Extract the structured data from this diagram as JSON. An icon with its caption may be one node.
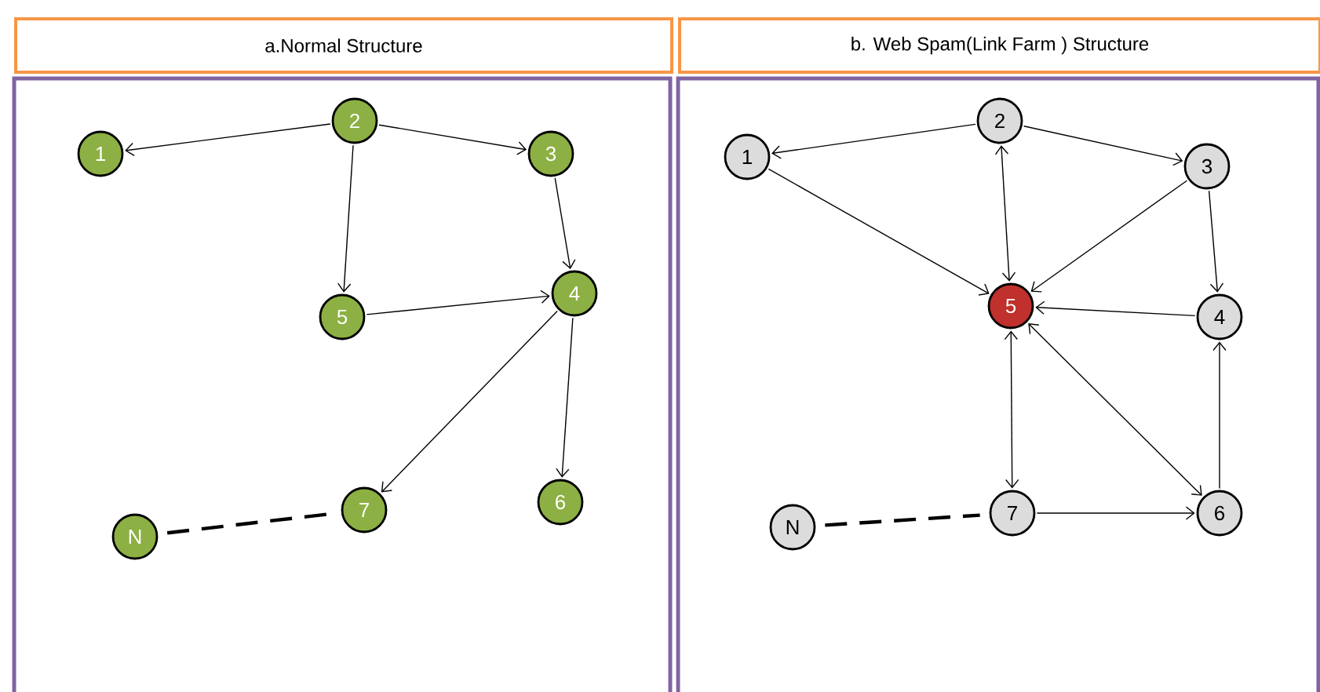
{
  "diagram": {
    "nodes": [
      {
        "text": [
          "a.Normal Structure"
        ]
      },
      {
        "text": [
          "1"
        ],
        "in": 0
      },
      {
        "text": [
          "2"
        ],
        "in": 0
      },
      {
        "text": [
          "3"
        ],
        "in": 0
      },
      {
        "text": [
          "4"
        ],
        "in": 0
      },
      {
        "text": [
          "5"
        ],
        "in": 0
      },
      {
        "text": [
          "6"
        ],
        "in": 0
      },
      {
        "text": [
          "7"
        ],
        "in": 0
      },
      {
        "text": [
          "N"
        ],
        "in": 0
      },
      {
        "text": [
          "b. Web Spam(Link Farm ) Structure"
        ]
      },
      {
        "text": [
          "1"
        ],
        "in": 9
      },
      {
        "text": [
          "2"
        ],
        "in": 9
      },
      {
        "text": [
          "3"
        ],
        "in": 9
      },
      {
        "text": [
          "4"
        ],
        "in": 9
      },
      {
        "text": [
          "5"
        ],
        "in": 9
      },
      {
        "text": [
          "6"
        ],
        "in": 9
      },
      {
        "text": [
          "7"
        ],
        "in": 9
      },
      {
        "text": [
          "N"
        ],
        "in": 9
      }
    ],
    "edges": [
      {
        "from": 2,
        "to": 1,
        "arrow": "to"
      },
      {
        "from": 2,
        "to": 3,
        "arrow": "to"
      },
      {
        "from": 2,
        "to": 5,
        "arrow": "to"
      },
      {
        "from": 3,
        "to": 4,
        "arrow": "to"
      },
      {
        "from": 5,
        "to": 4,
        "arrow": "to"
      },
      {
        "from": 4,
        "to": 7,
        "arrow": "to"
      },
      {
        "from": 4,
        "to": 6,
        "arrow": "to"
      },
      {
        "from": 8,
        "to": 7,
        "arrow": "none",
        "style": "dashed"
      },
      {
        "from": 11,
        "to": 10,
        "arrow": "to"
      },
      {
        "from": 11,
        "to": 12,
        "arrow": "to"
      },
      {
        "from": 11,
        "to": 14,
        "arrow": "both"
      },
      {
        "from": 10,
        "to": 14,
        "arrow": "to"
      },
      {
        "from": 12,
        "to": 14,
        "arrow": "to"
      },
      {
        "from": 12,
        "to": 13,
        "arrow": "to"
      },
      {
        "from": 13,
        "to": 14,
        "arrow": "to"
      },
      {
        "from": 14,
        "to": 16,
        "arrow": "both"
      },
      {
        "from": 14,
        "to": 15,
        "arrow": "both"
      },
      {
        "from": 16,
        "to": 15,
        "arrow": "to"
      },
      {
        "from": 15,
        "to": 13,
        "arrow": "to"
      },
      {
        "from": 17,
        "to": 16,
        "arrow": "none",
        "style": "dashed"
      }
    ]
  }
}
